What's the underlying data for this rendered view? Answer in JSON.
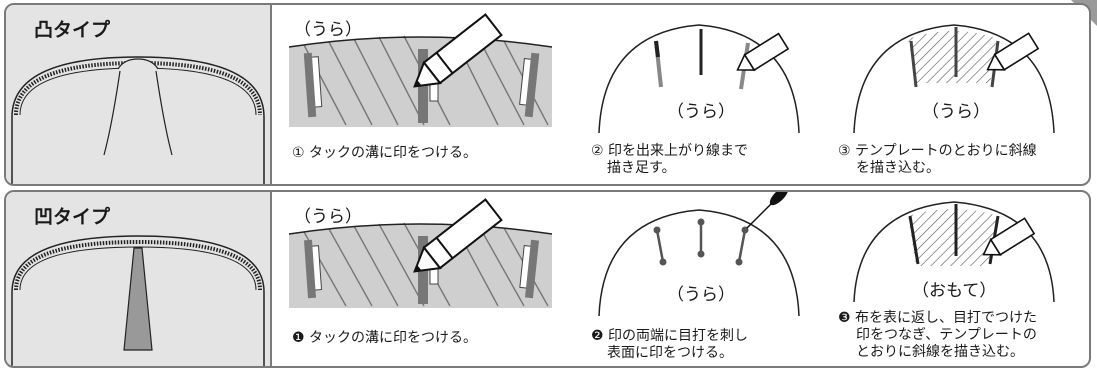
{
  "top": {
    "type_label": "凸タイプ",
    "step1": {
      "label": "（うら）",
      "caption": "① タックの溝に印をつける。"
    },
    "step2": {
      "label": "（うら）",
      "caption_line1": "② 印を出来上がり線まで",
      "caption_line2": "描き足す。"
    },
    "step3": {
      "label": "（うら）",
      "caption_line1": "③ テンプレートのとおりに斜線",
      "caption_line2": "を描き込む。"
    }
  },
  "bottom": {
    "type_label": "凹タイプ",
    "step1": {
      "label": "（うら）",
      "caption": "❶ タックの溝に印をつける。"
    },
    "step2": {
      "label": "（うら）",
      "caption_line1": "❷ 印の両端に目打を刺し",
      "caption_line2": "表面に印をつける。"
    },
    "step3": {
      "label": "（おもて）",
      "caption_line1": "❸ 布を表に返し、目打でつけた",
      "caption_line2": "印をつなぎ、テンプレートの",
      "caption_line3": "とおりに斜線を描き込む。"
    }
  },
  "colors": {
    "border": "#7a7a7a",
    "side_bg": "#e4e4e4",
    "fabric": "#cfcfcf"
  }
}
